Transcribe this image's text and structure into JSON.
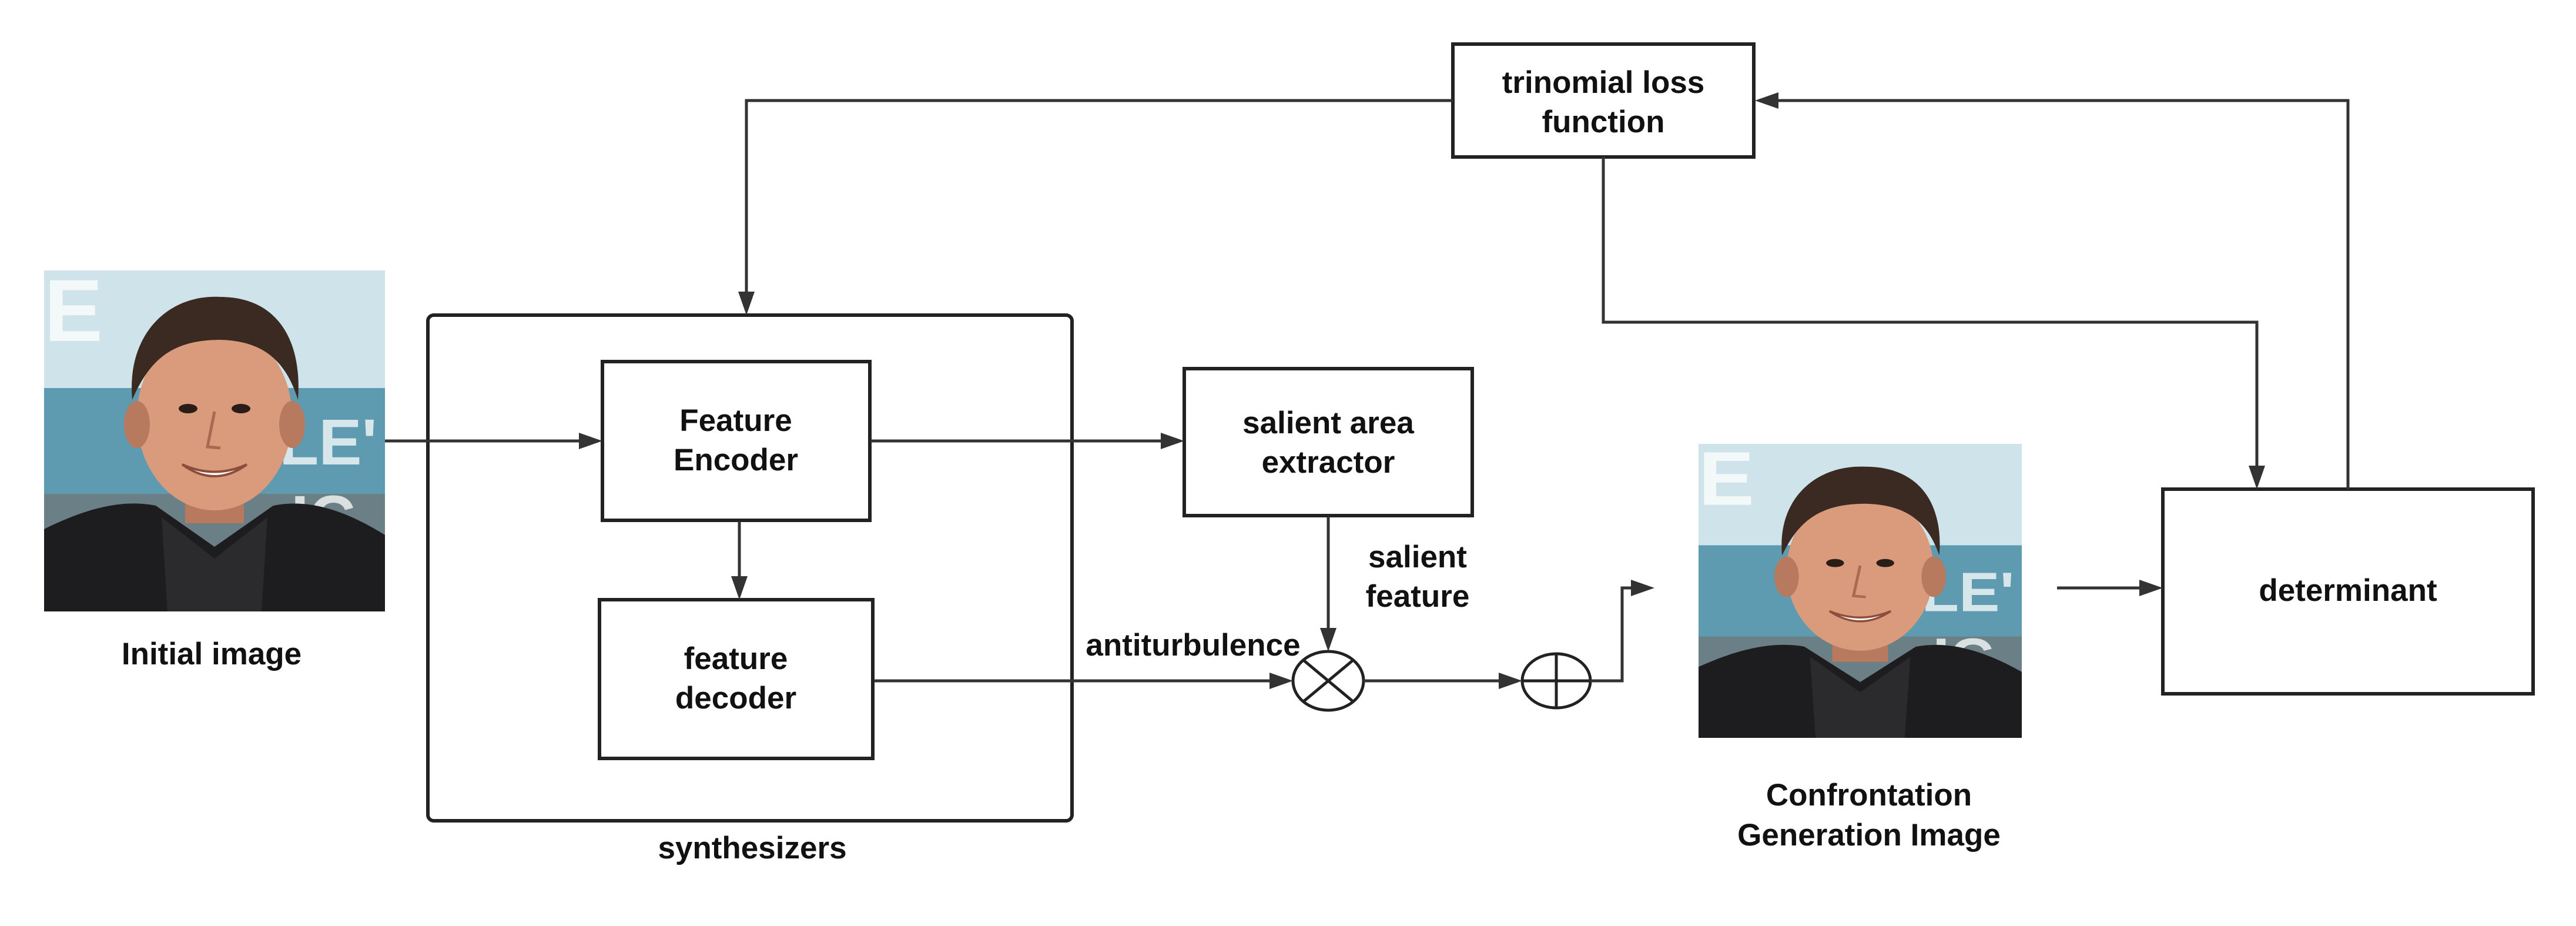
{
  "nodes": {
    "loss_line1": "trinomial loss",
    "loss_line2": "function",
    "encoder_line1": "Feature",
    "encoder_line2": "Encoder",
    "decoder_line1": "feature",
    "decoder_line2": "decoder",
    "salient_line1": "salient area",
    "salient_line2": "extractor",
    "determinant": "determinant"
  },
  "labels": {
    "initial_image": "Initial image",
    "synthesizers": "synthesizers",
    "antiturbulence": "antiturbulence",
    "salient_feature_line1": "salient",
    "salient_feature_line2": "feature",
    "confrontation_line1": "Confrontation",
    "confrontation_line2": "Generation Image"
  },
  "operators": {
    "multiply": "multiply-operator",
    "add": "add-operator"
  },
  "colors": {
    "stroke": "#222222",
    "background": "#ffffff"
  }
}
